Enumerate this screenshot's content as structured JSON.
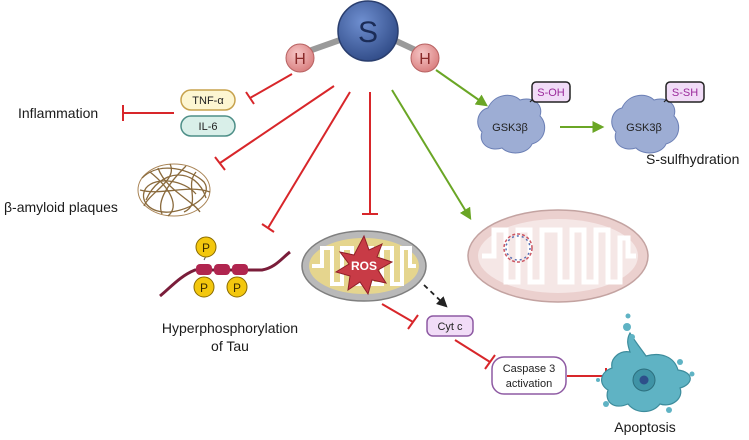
{
  "molecule": {
    "center": "S",
    "left": "H",
    "right": "H"
  },
  "labels": {
    "inflammation": "Inflammation",
    "tnf": "TNF-α",
    "il6": "IL-6",
    "amyloid": "β-amyloid plaques",
    "hyper1": "Hyperphosphorylation",
    "hyper2": "of Tau",
    "phospho": "P",
    "ros": "ROS",
    "cytc": "Cyt c",
    "casp1": "Caspase 3",
    "casp2": "activation",
    "apoptosis": "Apoptosis",
    "gsk_left": "GSK3β",
    "gsk_right": "GSK3β",
    "soh": "S-OH",
    "ssh": "S-SH",
    "ssulf": "S-sulfhydration"
  },
  "colors": {
    "inhibit": "#d8262a",
    "activate": "#6aa625",
    "sulfur": "#3f5f9f",
    "hydrogen": "#e49a9a",
    "tnf_fill": "#fdf6d2",
    "tnf_stroke": "#c7a24d",
    "il6_fill": "#d9efe9",
    "il6_stroke": "#4e8f88",
    "gsk": "#9dadd4",
    "tag_fill": "#f1dcf7",
    "tag_stroke": "#222222",
    "mito_outer": "#9e9e9e",
    "mito_inner": "#e5d58e",
    "ros": "#c83b46",
    "apoptotic_cell": "#5fb3c4",
    "phospho_fill": "#f3c70e",
    "tau": "#7a1d3a",
    "amyloid": "#8a6a3c"
  }
}
